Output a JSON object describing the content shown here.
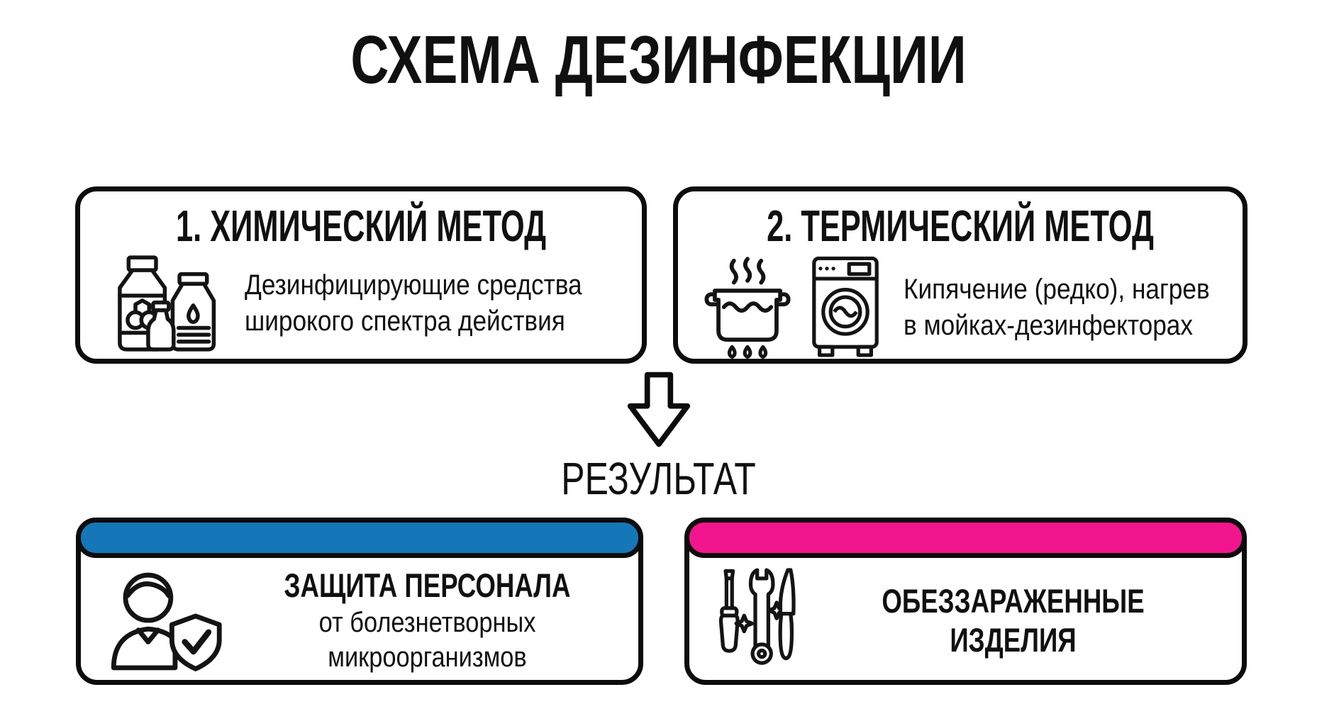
{
  "title": "СХЕМА ДЕЗИНФЕКЦИИ",
  "colors": {
    "outline": "#0c0c0c",
    "blue_bar": "#1577b8",
    "pink_bar": "#f3158e"
  },
  "methods": [
    {
      "heading": "1. ХИМИЧЕСКИЙ МЕТОД",
      "desc_line1": "Дезинфицирующие средства",
      "desc_line2": "широкого спектра действия",
      "icon": "disinfectant-bottles-icon"
    },
    {
      "heading": "2. ТЕРМИЧЕСКИЙ МЕТОД",
      "desc_line1": "Кипячение (редко), нагрев",
      "desc_line2": "в мойках-дезинфекторах",
      "icons": [
        "boiling-pot-icon",
        "washer-disinfector-icon"
      ]
    }
  ],
  "result_label": "РЕЗУЛЬТАТ",
  "results": [
    {
      "bar_color": "#1577b8",
      "title": "ЗАЩИТА ПЕРСОНАЛА",
      "sub_line1": "от болезнетворных",
      "sub_line2": "микроорганизмов",
      "icon": "person-shield-icon"
    },
    {
      "bar_color": "#f3158e",
      "title_line1": "ОБЕЗЗАРАЖЕННЫЕ",
      "title_line2": "ИЗДЕЛИЯ",
      "icon": "sterilized-tools-icon"
    }
  ]
}
